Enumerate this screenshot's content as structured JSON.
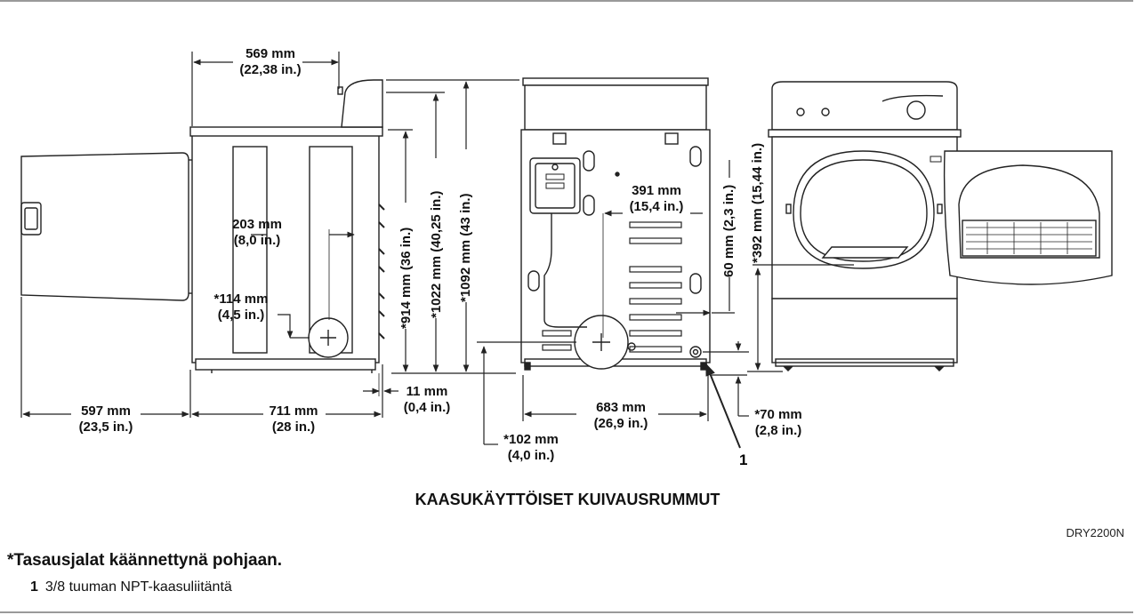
{
  "dimensions": {
    "d569": [
      "569 mm",
      "(22,38 in.)"
    ],
    "d203": [
      "203 mm",
      "(8,0 in.)"
    ],
    "d114": [
      "*114 mm",
      "(4,5 in.)"
    ],
    "d597": [
      "597 mm",
      "(23,5 in.)"
    ],
    "d711": [
      "711 mm",
      "(28 in.)"
    ],
    "d11": [
      "11 mm",
      "(0,4 in.)"
    ],
    "d391": [
      "391 mm",
      "(15,4 in.)"
    ],
    "d683": [
      "683 mm",
      "(26,9 in.)"
    ],
    "d102": [
      "*102 mm",
      "(4,0 in.)"
    ],
    "d70": [
      "*70 mm",
      "(2,8 in.)"
    ],
    "v914": "*914 mm (36 in.)",
    "v1022": "*1022 mm (40,25 in.)",
    "v1092": "*1092 mm (43 in.)",
    "v60": "60 mm (2,3 in.)",
    "v392": "*392 mm (15,44 in.)"
  },
  "callout_number": "1",
  "title": "KAASUKÄYTTÖISET KUIVAUSRUMMUT",
  "figure_code": "DRY2200N",
  "footnote": "*Tasausjalat käännettynä pohjaan.",
  "legend": [
    {
      "number": "1",
      "text": "3/8 tuuman NPT-kaasuliitäntä"
    }
  ]
}
